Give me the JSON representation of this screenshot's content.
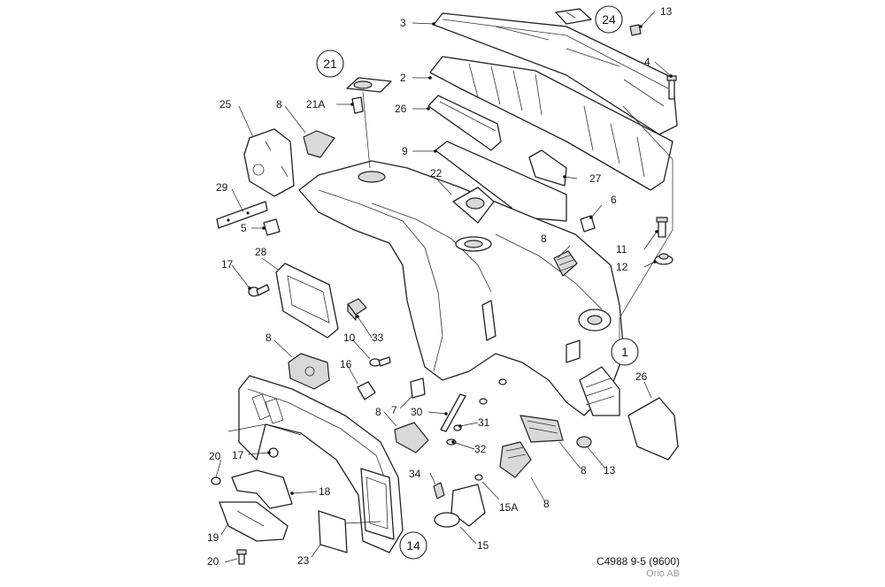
{
  "diagram": {
    "reference_code": "C4988 9-5 (9600)",
    "publisher": "Orio AB",
    "callouts": {
      "c1": "1",
      "c2": "2",
      "c3": "3",
      "c4": "4",
      "c5": "5",
      "c6": "6",
      "c7": "7",
      "c8a": "8",
      "c8b": "8",
      "c8c": "8",
      "c8d": "8",
      "c8e": "8",
      "c8f": "8",
      "c9": "9",
      "c10": "10",
      "c11": "11",
      "c12": "12",
      "c13a": "13",
      "c13b": "13",
      "c14": "14",
      "c15": "15",
      "c15a": "15A",
      "c16": "16",
      "c17a": "17",
      "c17b": "17",
      "c18": "18",
      "c19": "19",
      "c20a": "20",
      "c20b": "20",
      "c21": "21",
      "c21a": "21A",
      "c22": "22",
      "c23": "23",
      "c24": "24",
      "c25": "25",
      "c26a": "26",
      "c26b": "26",
      "c27": "27",
      "c28": "28",
      "c29": "29",
      "c30": "30",
      "c31": "31",
      "c32": "32",
      "c33": "33",
      "c34": "34"
    }
  }
}
